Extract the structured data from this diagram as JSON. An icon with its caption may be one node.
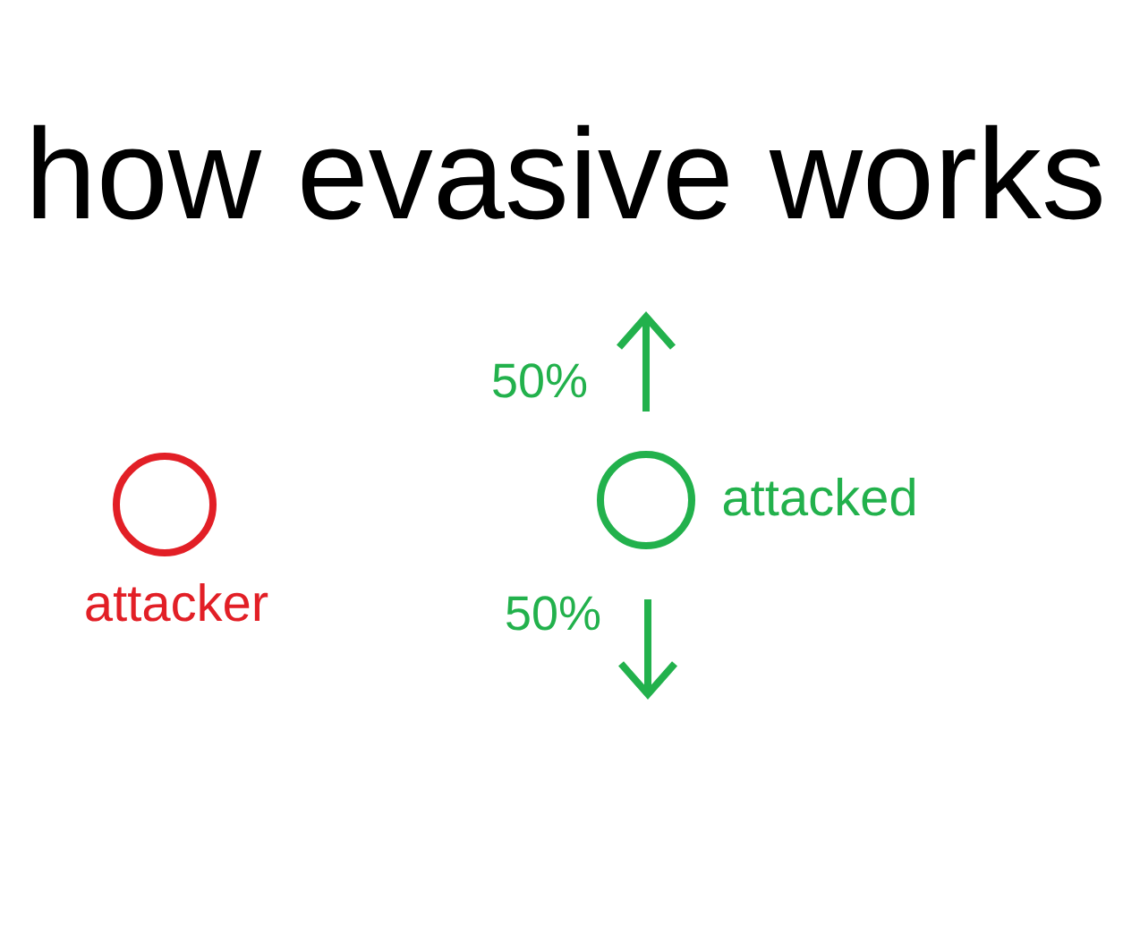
{
  "diagram": {
    "title": "how evasive works",
    "nodes": [
      {
        "text": [],
        "shape": "circle",
        "beside": [
          "attacker"
        ]
      },
      {
        "text": [],
        "shape": "circle",
        "beside": [
          "attacked"
        ]
      }
    ],
    "labels": [
      "50%",
      "50%"
    ]
  }
}
